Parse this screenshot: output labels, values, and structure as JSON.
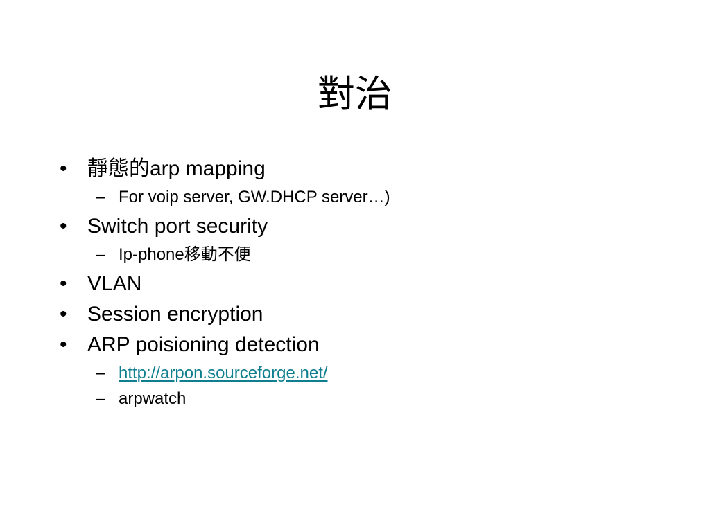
{
  "slide": {
    "title": "對治",
    "items": [
      {
        "text": "靜態的arp mapping",
        "subitems": [
          {
            "text": "For voip server, GW.DHCP server…)"
          }
        ]
      },
      {
        "text": "Switch port security",
        "subitems": [
          {
            "text": "Ip-phone移動不便"
          }
        ]
      },
      {
        "text": "VLAN",
        "subitems": []
      },
      {
        "text": "Session encryption",
        "subitems": []
      },
      {
        "text": "ARP poisioning detection",
        "subitems": [
          {
            "text": "http://arpon.sourceforge.net/",
            "is_link": true
          },
          {
            "text": "arpwatch"
          }
        ]
      }
    ],
    "bullet_symbol": "•",
    "sub_bullet_symbol": "–",
    "link_color": "#0f7f8f"
  }
}
